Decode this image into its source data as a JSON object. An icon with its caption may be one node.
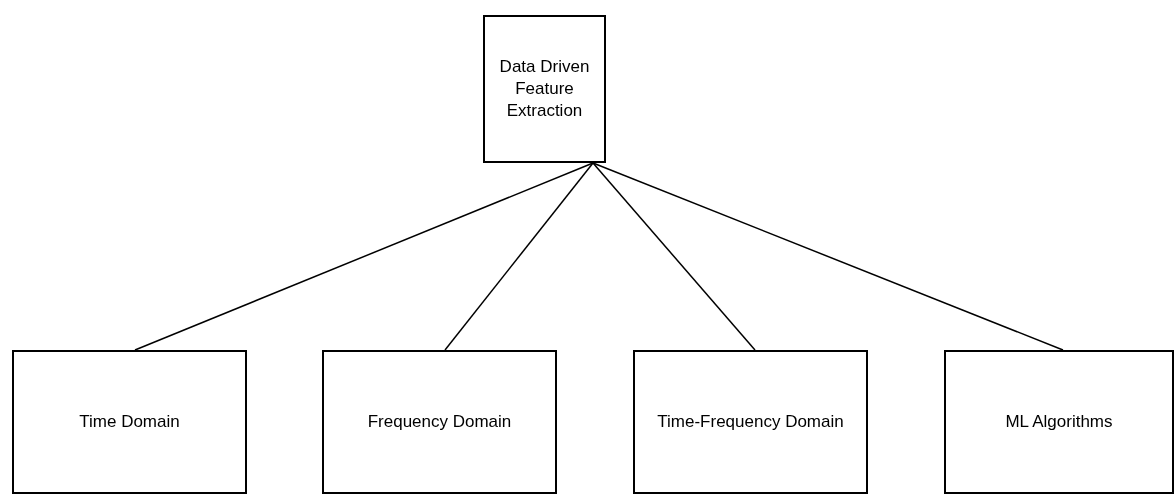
{
  "diagram": {
    "nodes": [
      {
        "text": [
          "Data Driven Feature Extraction"
        ]
      },
      {
        "text": [
          "Time Domain"
        ]
      },
      {
        "text": [
          "Frequency Domain"
        ]
      },
      {
        "text": [
          "Time-Frequency Domain"
        ]
      },
      {
        "text": [
          "ML Algorithms"
        ]
      }
    ],
    "edges": [
      {
        "from": 0,
        "to": 1,
        "arrow": "none"
      },
      {
        "from": 0,
        "to": 2,
        "arrow": "none"
      },
      {
        "from": 0,
        "to": 3,
        "arrow": "none"
      },
      {
        "from": 0,
        "to": 4,
        "arrow": "none"
      }
    ]
  }
}
